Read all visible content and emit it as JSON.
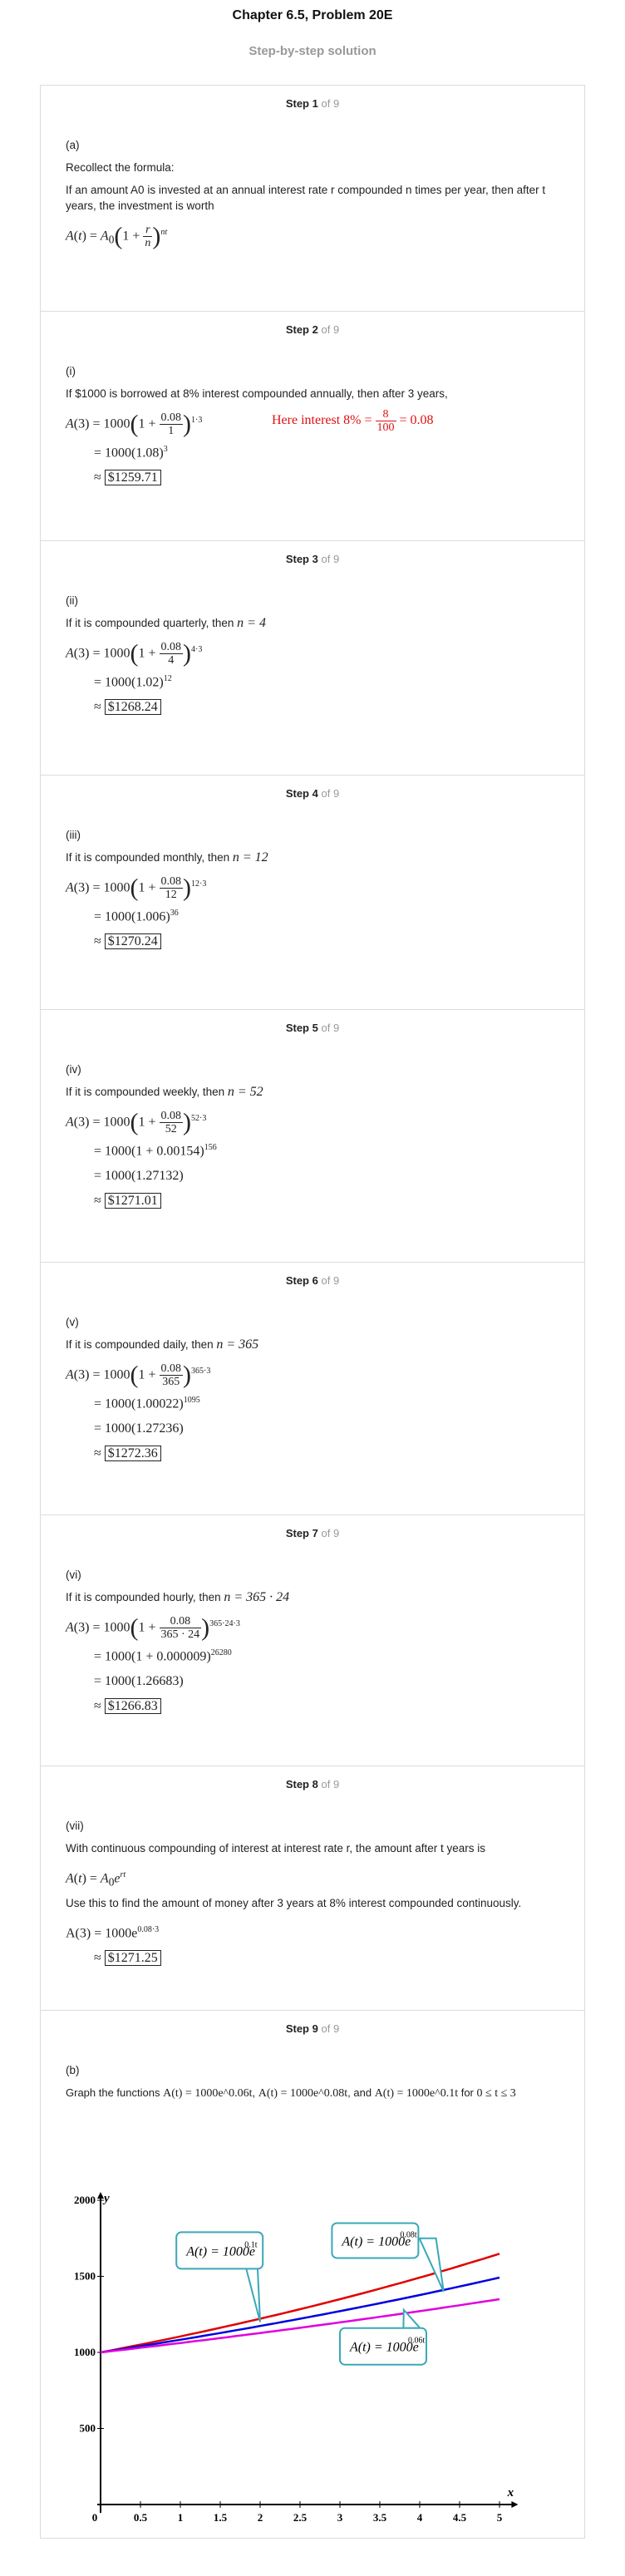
{
  "header": {
    "title": "Chapter 6.5, Problem 20E",
    "subtitle": "Step-by-step solution"
  },
  "step_word": "Step",
  "step_of": "of 9",
  "steps": [
    {
      "num": "1",
      "part": "(a)",
      "text1": "Recollect the formula:",
      "text2": "If an amount A0 is invested at an annual interest rate r compounded n times per year, then after t years, the investment is worth"
    },
    {
      "num": "2",
      "part": "(i)",
      "text1": "If $1000 is borrowed at 8% interest compounded annually, then after 3 years,",
      "note": "Here interest 8% =",
      "note_frac_n": "8",
      "note_frac_d": "100",
      "note_result": "= 0.08",
      "answer": "$1259.71",
      "line2": "= 1000(1.08)",
      "exp2": "3",
      "exp1": "1·3",
      "den": "1"
    },
    {
      "num": "3",
      "part": "(ii)",
      "text1": "If it is compounded quarterly, then",
      "n_val": "n = 4",
      "den": "4",
      "exp1": "4·3",
      "line2": "= 1000(1.02)",
      "exp2": "12",
      "answer": "$1268.24"
    },
    {
      "num": "4",
      "part": "(iii)",
      "text1": "If it is compounded monthly, then",
      "n_val": "n = 12",
      "den": "12",
      "exp1": "12·3",
      "line2": "= 1000(1.006)",
      "exp2": "36",
      "answer": "$1270.24"
    },
    {
      "num": "5",
      "part": "(iv)",
      "text1": "If it is compounded weekly, then",
      "n_val": "n = 52",
      "den": "52",
      "exp1": "52·3",
      "line2": "= 1000(1 + 0.00154)",
      "exp2": "156",
      "line3": "= 1000(1.27132)",
      "answer": "$1271.01"
    },
    {
      "num": "6",
      "part": "(v)",
      "text1": "If it is compounded daily, then",
      "n_val": "n = 365",
      "den": "365",
      "exp1": "365·3",
      "line2": "= 1000(1.00022)",
      "exp2": "1095",
      "line3": "= 1000(1.27236)",
      "answer": "$1272.36"
    },
    {
      "num": "7",
      "part": "(vi)",
      "text1": "If it is compounded hourly, then",
      "n_val": "n = 365 · 24",
      "den": "365 · 24",
      "exp1": "365·24·3",
      "line2": "= 1000(1 + 0.000009)",
      "exp2": "26280",
      "line3": "= 1000(1.26683)",
      "answer": "$1266.83"
    },
    {
      "num": "8",
      "part": "(vii)",
      "text1": "With continuous compounding of interest at interest rate r, the amount after t years is",
      "text2": "Use this to find the amount of money after 3 years at 8% interest compounded continuously.",
      "line1": "A(3) = 1000e",
      "exp1": "0.08·3",
      "answer": "$1271.25"
    },
    {
      "num": "9",
      "part": "(b)",
      "text1": "Graph the functions",
      "funcs": [
        "A(t) = 1000e^0.06t",
        "A(t) = 1000e^0.08t",
        "A(t) = 1000e^0.1t"
      ],
      "and": ", and",
      "for": "for",
      "range": "0 ≤ t ≤ 3"
    }
  ],
  "chart_data": {
    "type": "line",
    "xlabel": "x",
    "ylabel": "y",
    "xlim": [
      0,
      5
    ],
    "ylim": [
      0,
      2000
    ],
    "x_ticks": [
      "0",
      "0.5",
      "1",
      "1.5",
      "2",
      "2.5",
      "3",
      "3.5",
      "4",
      "4.5",
      "5"
    ],
    "y_ticks": [
      "0",
      "500",
      "1000",
      "1500",
      "2000"
    ],
    "series": [
      {
        "name": "A(t) = 1000e^0.1t",
        "rate": 0.1,
        "color": "#e00000",
        "x": [
          0,
          1,
          2,
          3,
          4,
          5
        ],
        "values": [
          1000,
          1105,
          1221,
          1350,
          1492,
          1649
        ]
      },
      {
        "name": "A(t) = 1000e^0.08t",
        "rate": 0.08,
        "color": "#0000e0",
        "x": [
          0,
          1,
          2,
          3,
          4,
          5
        ],
        "values": [
          1000,
          1083,
          1174,
          1271,
          1377,
          1492
        ]
      },
      {
        "name": "A(t) = 1000e^0.06t",
        "rate": 0.06,
        "color": "#e000e0",
        "x": [
          0,
          1,
          2,
          3,
          4,
          5
        ],
        "values": [
          1000,
          1062,
          1127,
          1197,
          1271,
          1350
        ]
      }
    ],
    "callouts": [
      {
        "label": "A(t) = 1000e",
        "exp": "0.1t"
      },
      {
        "label": "A(t) = 1000e",
        "exp": "0.08t"
      },
      {
        "label": "A(t) = 1000e",
        "exp": "0.06t"
      }
    ],
    "grid": false,
    "border_color": "#3aa8b8"
  }
}
